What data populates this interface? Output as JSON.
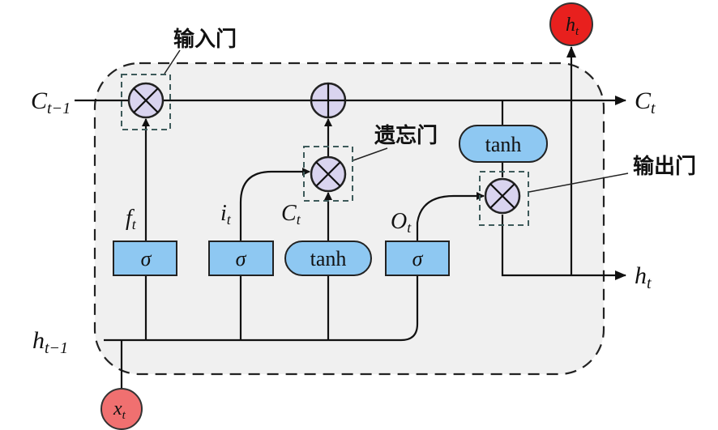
{
  "labels": {
    "c_prev": {
      "main": "C",
      "sub": "t−1"
    },
    "c_out": {
      "main": "C",
      "sub": "t"
    },
    "h_prev": {
      "main": "h",
      "sub": "t−1"
    },
    "h_out_right": {
      "main": "h",
      "sub": "t"
    },
    "h_out_top": {
      "main": "h",
      "sub": "t"
    },
    "x_in": {
      "main": "x",
      "sub": "t"
    },
    "f": {
      "main": "f",
      "sub": "t"
    },
    "i": {
      "main": "i",
      "sub": "t"
    },
    "c_cand": {
      "main": "C",
      "sub": "t"
    },
    "o": {
      "main": "O",
      "sub": "t"
    }
  },
  "blocks": {
    "sigma1": "σ",
    "sigma2": "σ",
    "tanh1": "tanh",
    "sigma3": "σ",
    "tanh2": "tanh"
  },
  "gates": {
    "input_gate": "输入门",
    "forget_gate": "遗忘门",
    "output_gate": "输出门"
  },
  "colors": {
    "block_fill": "#8ec8f2",
    "operator_fill": "#d9d4ef",
    "cell_background": "#f0f0f0",
    "h_out_node": "#e8201e",
    "x_in_node": "#f07070"
  }
}
